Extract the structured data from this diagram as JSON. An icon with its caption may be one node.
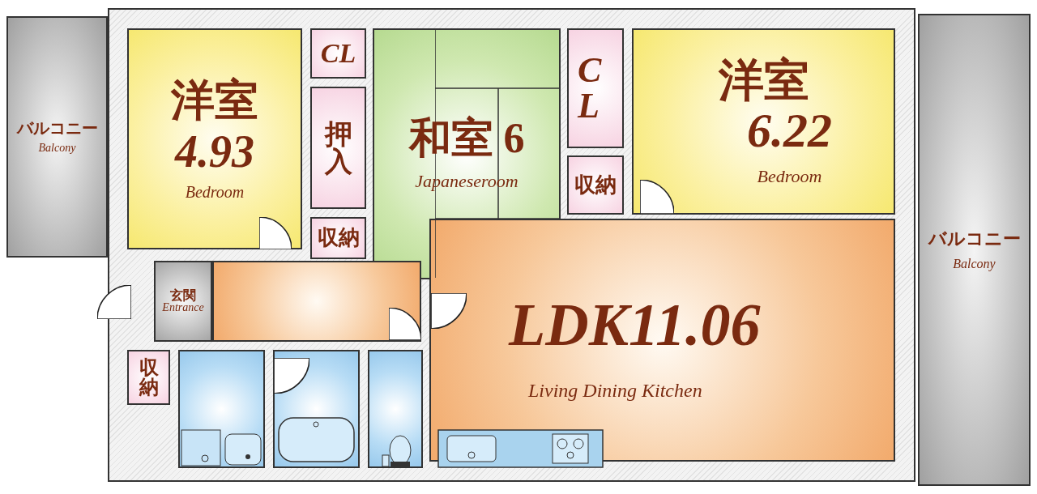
{
  "diagram": {
    "nodes": [
      {
        "text": [
          "バルコニー",
          "Balcony"
        ]
      },
      {
        "text": [
          "洋室",
          "4.93",
          "Bedroom"
        ]
      },
      {
        "text": [
          "CL"
        ]
      },
      {
        "text": [
          "押入"
        ]
      },
      {
        "text": [
          "収納"
        ]
      },
      {
        "text": [
          "和室 6",
          "Japaneseroom"
        ]
      },
      {
        "text": [
          "CL"
        ]
      },
      {
        "text": [
          "収納"
        ]
      },
      {
        "text": [
          "洋室",
          "6.22",
          "Bedroom"
        ]
      },
      {
        "text": [
          "バルコニー",
          "Balcony"
        ]
      },
      {
        "text": [
          "玄関",
          "Entrance"
        ]
      },
      {
        "text": [],
        "shape": "box"
      },
      {
        "text": [
          "収納"
        ]
      },
      {
        "text": [],
        "shape": "box"
      },
      {
        "text": [],
        "shape": "box"
      },
      {
        "text": [],
        "shape": "box"
      },
      {
        "text": [
          "LDK11.06",
          "Living Dining Kitchen"
        ]
      }
    ]
  }
}
